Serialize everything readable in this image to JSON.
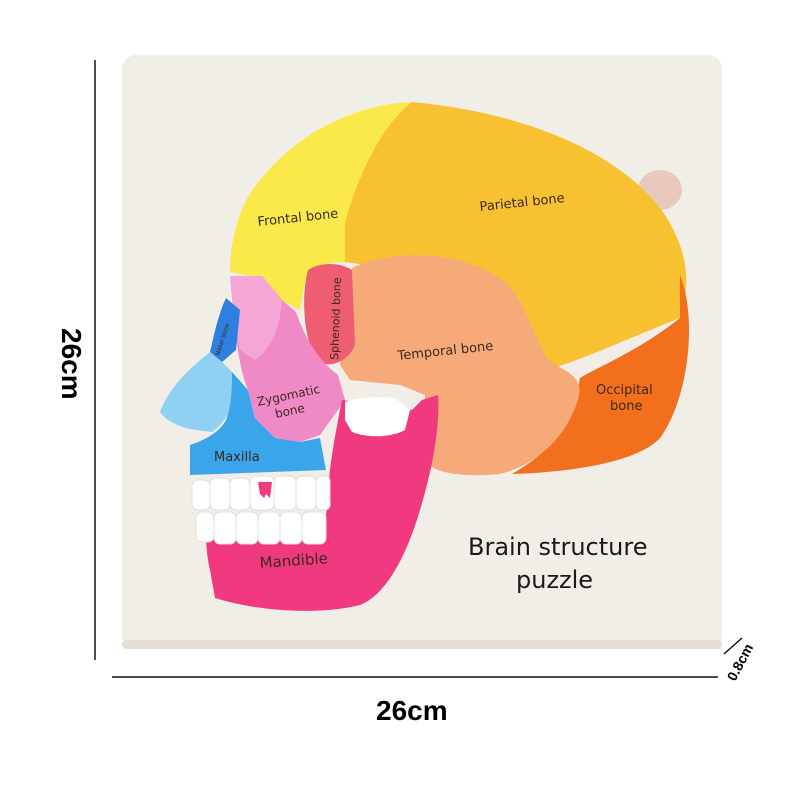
{
  "bones": {
    "frontal": "Frontal bone",
    "parietal": "Parietal bone",
    "temporal": "Temporal bone",
    "sphenoid": "Sphenoid bone",
    "occipital_line1": "Occipital",
    "occipital_line2": "bone",
    "zygomatic_line1": "Zygomatic",
    "zygomatic_line2": "bone",
    "maxilla": "Maxilla",
    "mandible": "Mandible",
    "nasal": "Nasal bone"
  },
  "title": {
    "line1": "Brain structure",
    "line2": "puzzle"
  },
  "dimensions": {
    "height": "26cm",
    "width": "26cm",
    "thickness": "0.8cm"
  },
  "colors": {
    "board": "#f1eee7",
    "frontal": "#fbe84b",
    "parietal": "#f8c132",
    "temporal": "#f6a979",
    "occipital": "#f26f1e",
    "sphenoid": "#ee5d72",
    "zygomatic": "#f08ac6",
    "nasal": "#2e7fe0",
    "maxilla": "#3ba5ec",
    "nose": "#8fd0f3",
    "mandible": "#f0397f",
    "teeth": "#ffffff"
  }
}
